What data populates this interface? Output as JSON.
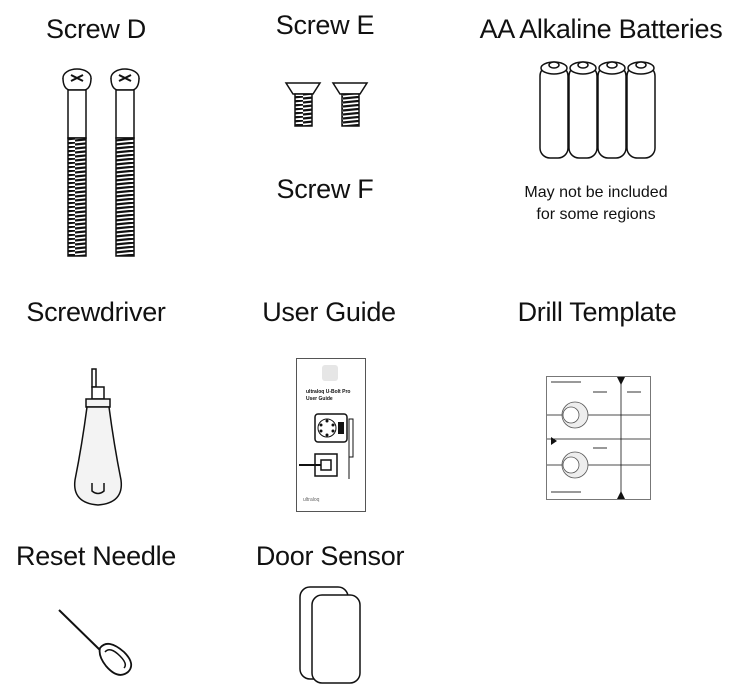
{
  "items": {
    "screw_d": {
      "label": "Screw D"
    },
    "screw_e": {
      "label": "Screw E"
    },
    "screw_f": {
      "label": "Screw F"
    },
    "batteries": {
      "label": "AA Alkaline Batteries",
      "note_line1": "May not be included",
      "note_line2": "for some regions"
    },
    "screwdriver": {
      "label": "Screwdriver"
    },
    "user_guide": {
      "label": "User Guide",
      "cover_title": "ultraloq U-Bolt Pro",
      "cover_subtitle": "User Guide",
      "brand": "ultraloq"
    },
    "drill_template": {
      "label": "Drill Template"
    },
    "reset_needle": {
      "label": "Reset Needle"
    },
    "door_sensor": {
      "label": "Door Sensor"
    }
  },
  "icons": {
    "screw_d": "screw-icon",
    "screw_e": "screw-icon",
    "batteries": "battery-icon",
    "screwdriver": "screwdriver-icon",
    "user_guide": "booklet-icon",
    "drill_template": "template-sheet-icon",
    "reset_needle": "needle-icon",
    "door_sensor": "sensor-icon"
  },
  "colors": {
    "ink": "#111111",
    "line": "#222222",
    "fill_light": "#f3f3f3"
  }
}
